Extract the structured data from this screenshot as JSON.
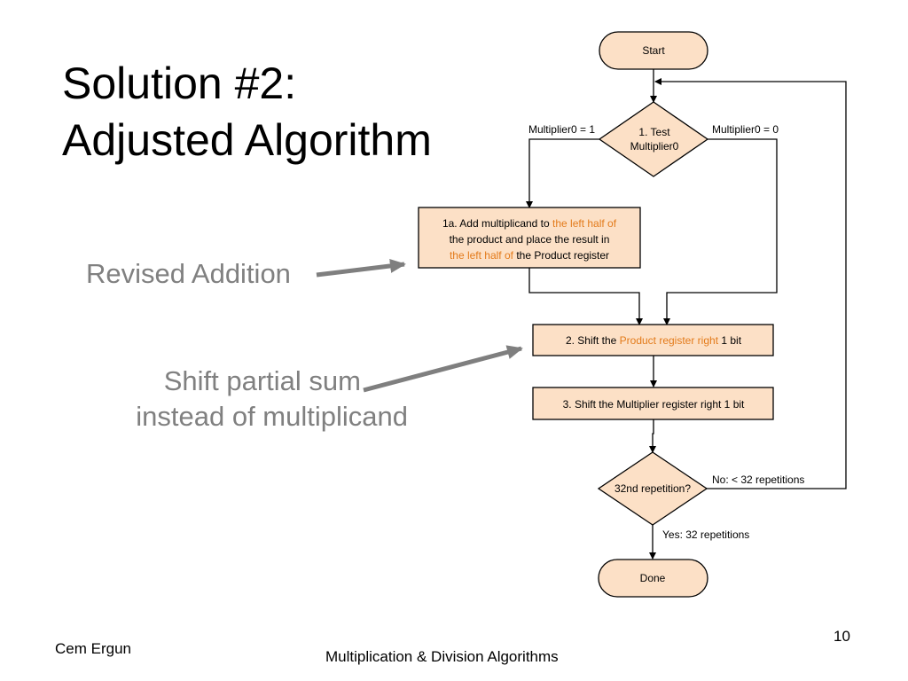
{
  "slide": {
    "title_line1": "Solution #2:",
    "title_line2": "Adjusted Algorithm",
    "callout_revised": "Revised Addition",
    "callout_shift_line1": "Shift partial sum",
    "callout_shift_line2": "instead of multiplicand",
    "footer_author": "Cem Ergun",
    "footer_topic": "Multiplication & Division Algorithms",
    "page_number": "10"
  },
  "flowchart": {
    "start": "Start",
    "test_line1": "1. Test",
    "test_line2": "Multiplier0",
    "branch_one": "Multiplier0 = 1",
    "branch_zero": "Multiplier0 = 0",
    "step1a": {
      "l1_pre": "1a. Add multiplicand to ",
      "l1_hl": "the left half of",
      "l2": "the product and place the result in",
      "l3_hl": "the left half of",
      "l3_post": " the Product register"
    },
    "step2": {
      "pre": "2. Shift the ",
      "hl": "Product register right",
      "post": " 1 bit"
    },
    "step3": "3. Shift the Multiplier register right 1 bit",
    "decision": "32nd repetition?",
    "no_label": "No:  < 32 repetitions",
    "yes_label": "Yes:  32 repetitions",
    "done": "Done"
  },
  "colors": {
    "box_fill": "#fce0c6",
    "highlight": "#e37b1b",
    "callout_text": "#808080",
    "callout_arrow": "#7f7f7f"
  }
}
